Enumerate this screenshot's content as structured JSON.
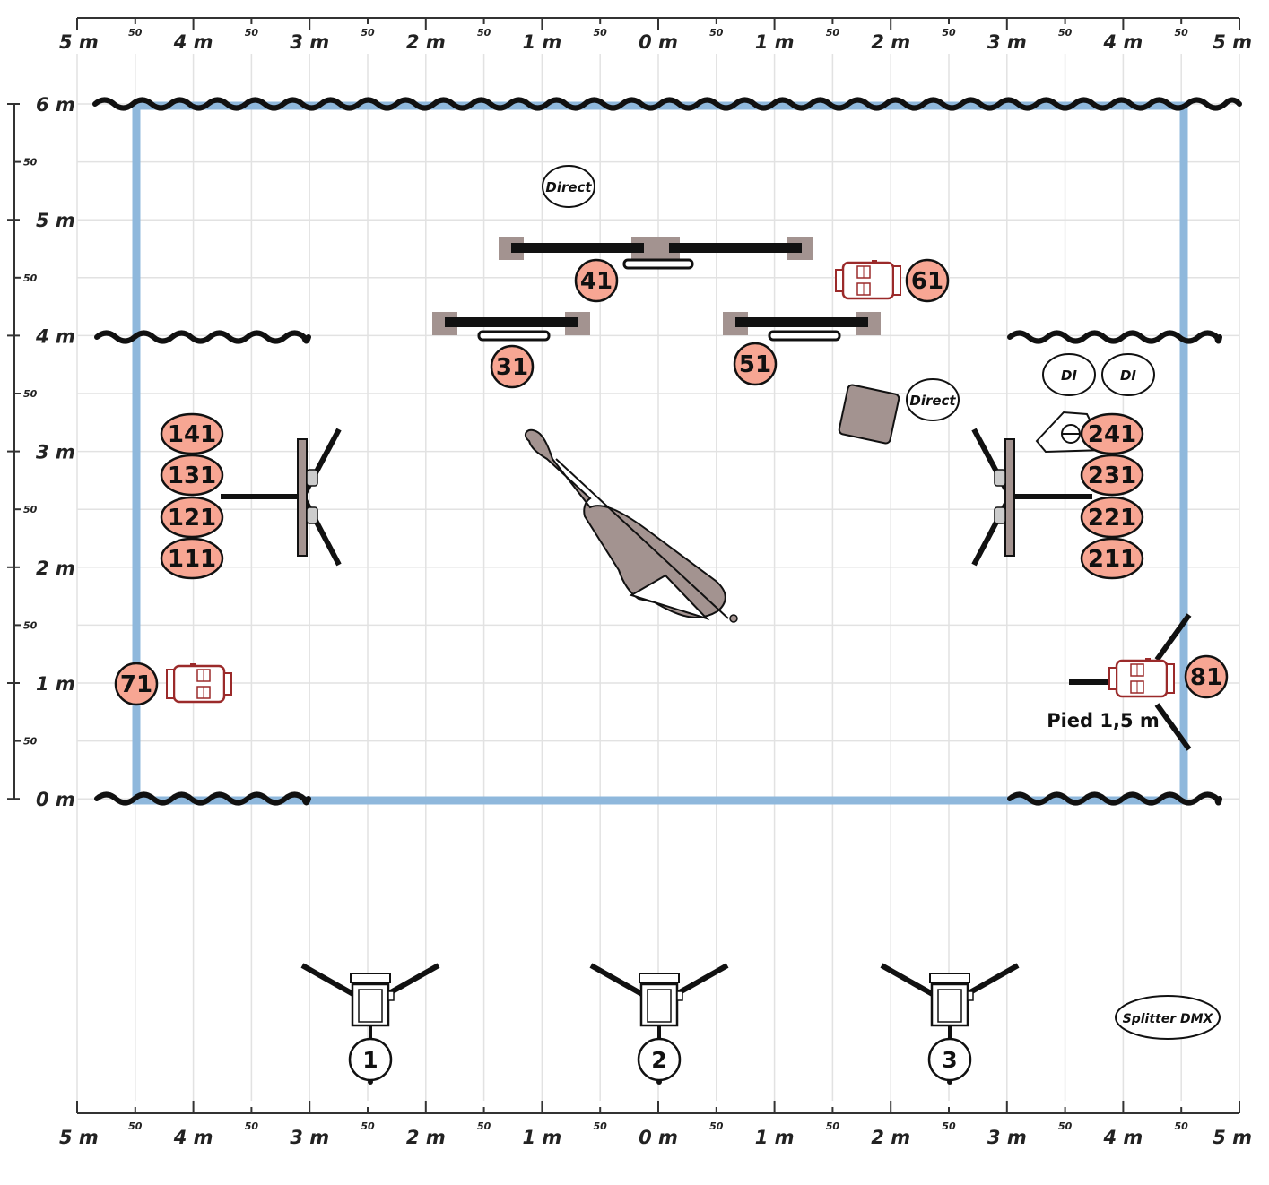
{
  "scale": {
    "x_labels": [
      "5 m",
      "4 m",
      "3 m",
      "2 m",
      "1 m",
      "0 m",
      "1 m",
      "2 m",
      "3 m",
      "4 m",
      "5 m"
    ],
    "half_label": "50",
    "y_labels": [
      "6 m",
      "5 m",
      "4 m",
      "3 m",
      "2 m",
      "1 m",
      "0 m"
    ]
  },
  "colors": {
    "stage_outline": "#8fb8dc",
    "badge_fill": "#f7a693",
    "lamp_red": "#9b2a2a",
    "furniture": "#a39390",
    "grid": "#e2e2e2",
    "ink": "#111111"
  },
  "inputs": [
    {
      "id": "141",
      "label": "141"
    },
    {
      "id": "131",
      "label": "131"
    },
    {
      "id": "121",
      "label": "121"
    },
    {
      "id": "111",
      "label": "111"
    },
    {
      "id": "241",
      "label": "241"
    },
    {
      "id": "231",
      "label": "231"
    },
    {
      "id": "221",
      "label": "221"
    },
    {
      "id": "211",
      "label": "211"
    },
    {
      "id": "41",
      "label": "41"
    },
    {
      "id": "31",
      "label": "31"
    },
    {
      "id": "51",
      "label": "51"
    },
    {
      "id": "61",
      "label": "61"
    },
    {
      "id": "71",
      "label": "71"
    },
    {
      "id": "81",
      "label": "81"
    }
  ],
  "tags": {
    "direct_top": "Direct",
    "direct_mid": "Direct",
    "di_1": "DI",
    "di_2": "DI",
    "splitter": "Splitter DMX",
    "stand_note": "Pied 1,5 m"
  },
  "front_spots": [
    {
      "label": "1"
    },
    {
      "label": "2"
    },
    {
      "label": "3"
    }
  ]
}
